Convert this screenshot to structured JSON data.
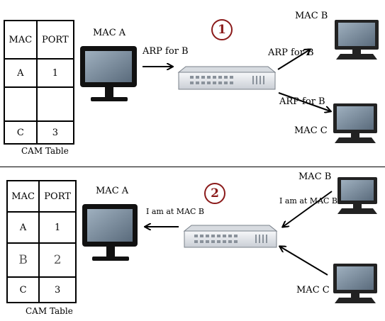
{
  "scene1": {
    "step": "1",
    "cam_title": "CAM Table",
    "cam_header": [
      "MAC",
      "PORT"
    ],
    "cam_rows": [
      [
        "A",
        "1"
      ],
      [
        "",
        ""
      ],
      [
        "C",
        "3"
      ]
    ],
    "host_a": "MAC A",
    "host_b": "MAC B",
    "host_c": "MAC C",
    "msg_in": "ARP for B",
    "msg_out_b": "ARP for B",
    "msg_out_c": "ARP for B"
  },
  "scene2": {
    "step": "2",
    "cam_title": "CAM Table",
    "cam_header": [
      "MAC",
      "PORT"
    ],
    "cam_rows": [
      [
        "A",
        "1"
      ],
      [
        "B",
        "2"
      ],
      [
        "C",
        "3"
      ]
    ],
    "host_a": "MAC A",
    "host_b": "MAC B",
    "host_c": "MAC C",
    "msg_from_b": "I am at MAC B",
    "msg_to_a": "I am at MAC B"
  },
  "colors": {
    "step_circle": "#8b1a1a",
    "monitor_frame": "#111111",
    "screen": "#6f8192",
    "switch_body": "#e9ecef"
  }
}
